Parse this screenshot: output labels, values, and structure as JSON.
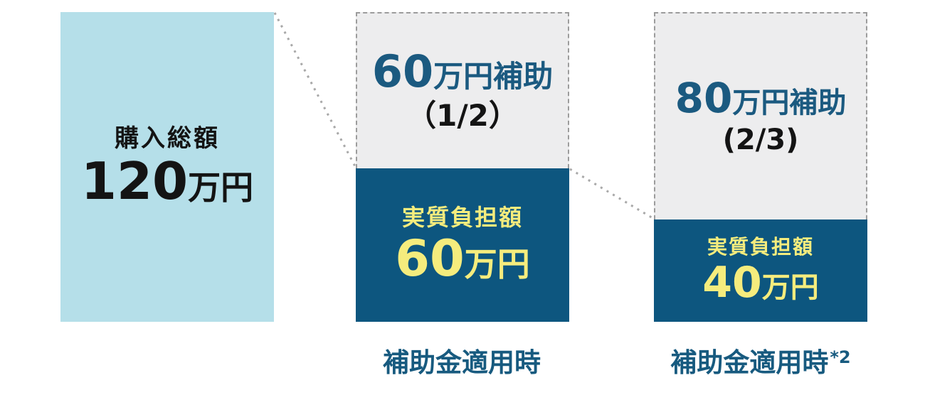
{
  "colors": {
    "total_bar_fill": "#b5dfe9",
    "subsidy_section_fill": "#ededee",
    "subsidy_border": "#9c9c9c",
    "burden_section_fill": "#0d567f",
    "blue_text": "#1b5a80",
    "yellow_text": "#f5ec7d",
    "black_text": "#141414",
    "connector": "#a8a8a8"
  },
  "bars": {
    "total": {
      "label": "購入総額",
      "value": "120",
      "unit": "万円"
    },
    "case1": {
      "subsidy_value": "60",
      "subsidy_suffix": "万円補助",
      "subsidy_fraction": "（1/2）",
      "burden_label": "実質負担額",
      "burden_value": "60",
      "burden_unit": "万円",
      "caption": "補助金適用時",
      "caption_note": ""
    },
    "case2": {
      "subsidy_value": "80",
      "subsidy_suffix": "万円補助",
      "subsidy_fraction": "(2/3)",
      "burden_label": "実質負担額",
      "burden_value": "40",
      "burden_unit": "万円",
      "caption": "補助金適用時",
      "caption_note": "*2"
    }
  },
  "chart_data": {
    "type": "bar",
    "subtype": "stacked-comparison",
    "unit": "万円",
    "categories": [
      "購入総額",
      "補助金適用時",
      "補助金適用時*2"
    ],
    "series": [
      {
        "name": "実質負担額",
        "values": [
          120,
          60,
          40
        ],
        "color": "#0d567f"
      },
      {
        "name": "補助金",
        "values": [
          0,
          60,
          80
        ],
        "color": "#ededee"
      }
    ],
    "annotations": [
      "購入総額 120万円",
      "60万円補助（1/2） → 実質負担額 60万円",
      "80万円補助(2/3) → 実質負担額 40万円"
    ],
    "ylim": [
      0,
      120
    ],
    "grid": false,
    "legend": "none"
  }
}
